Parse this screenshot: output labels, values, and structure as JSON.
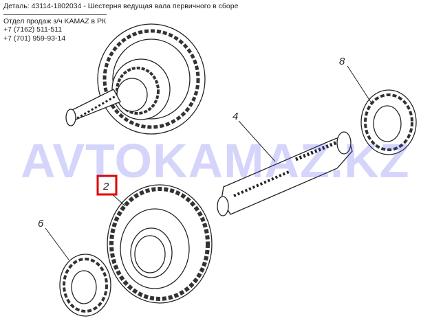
{
  "header": {
    "title": "Деталь: 43114-1802034 - Шестерня ведущая вала первичного в сборе",
    "department": "Отдел продаж з/ч KAMAZ в РК",
    "phones": [
      "+7 (7162) 511-511",
      "+7 (701) 959-93-14"
    ]
  },
  "callouts": {
    "highlighted": "2",
    "part_4": "4",
    "part_6": "6",
    "part_8": "8"
  },
  "watermark": {
    "text": "AVTOKAMAZ.KZ",
    "color": "#4444ee"
  },
  "colors": {
    "highlight": "#e00000",
    "line": "#222222"
  }
}
